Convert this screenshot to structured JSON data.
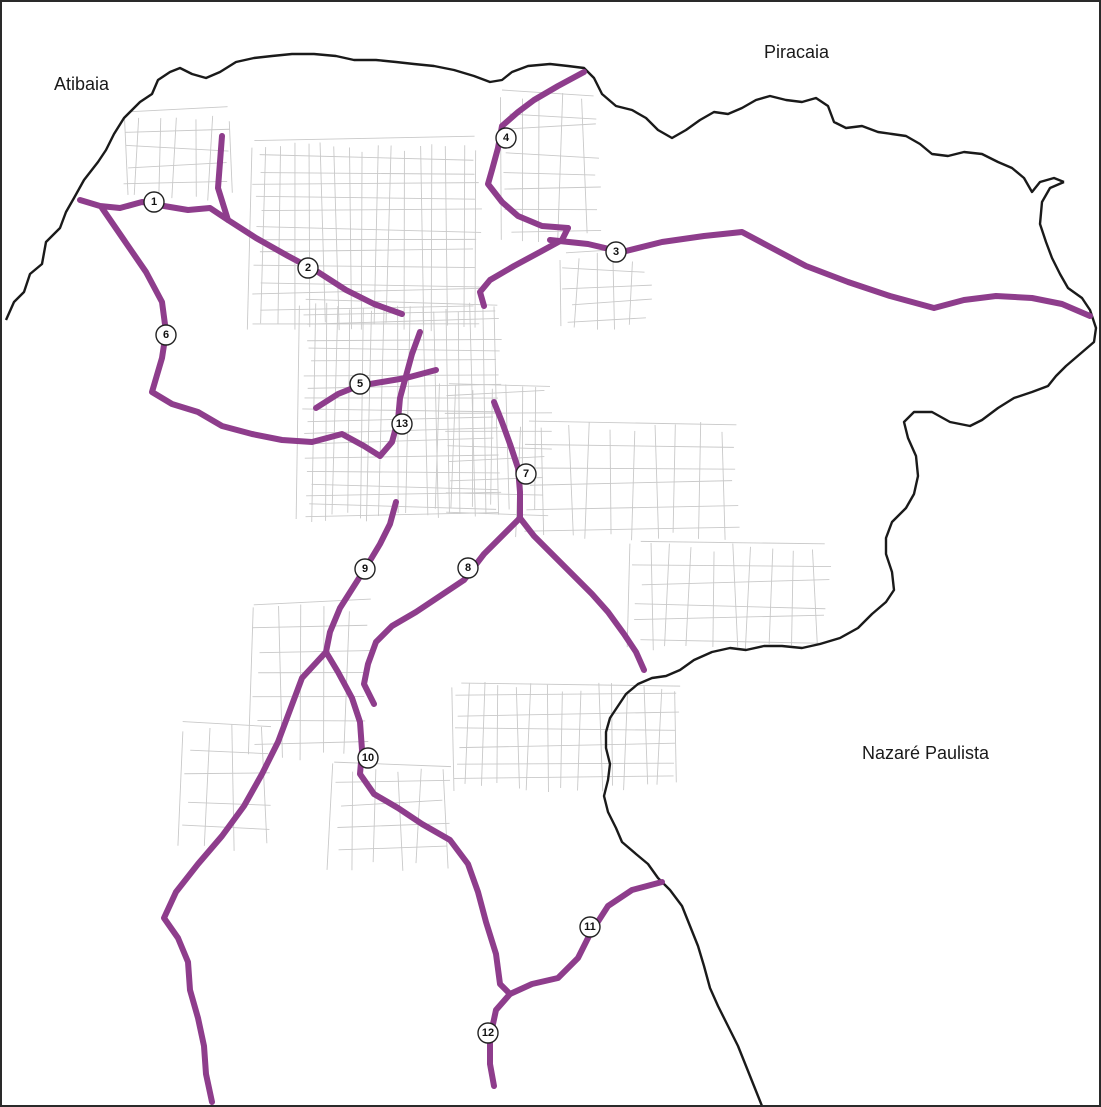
{
  "places": {
    "atibaia": "Atibaia",
    "piracaia": "Piracaia",
    "nazare_paulista": "Nazaré Paulista"
  },
  "road_markers": [
    "1",
    "2",
    "3",
    "4",
    "5",
    "6",
    "7",
    "8",
    "9",
    "10",
    "11",
    "12",
    "13"
  ],
  "colors": {
    "road": "#8e3d8c",
    "boundary": "#1a1a1a",
    "urban_area": "#c9c9c9",
    "marker_fill": "#ffffff",
    "background": "#ffffff"
  }
}
